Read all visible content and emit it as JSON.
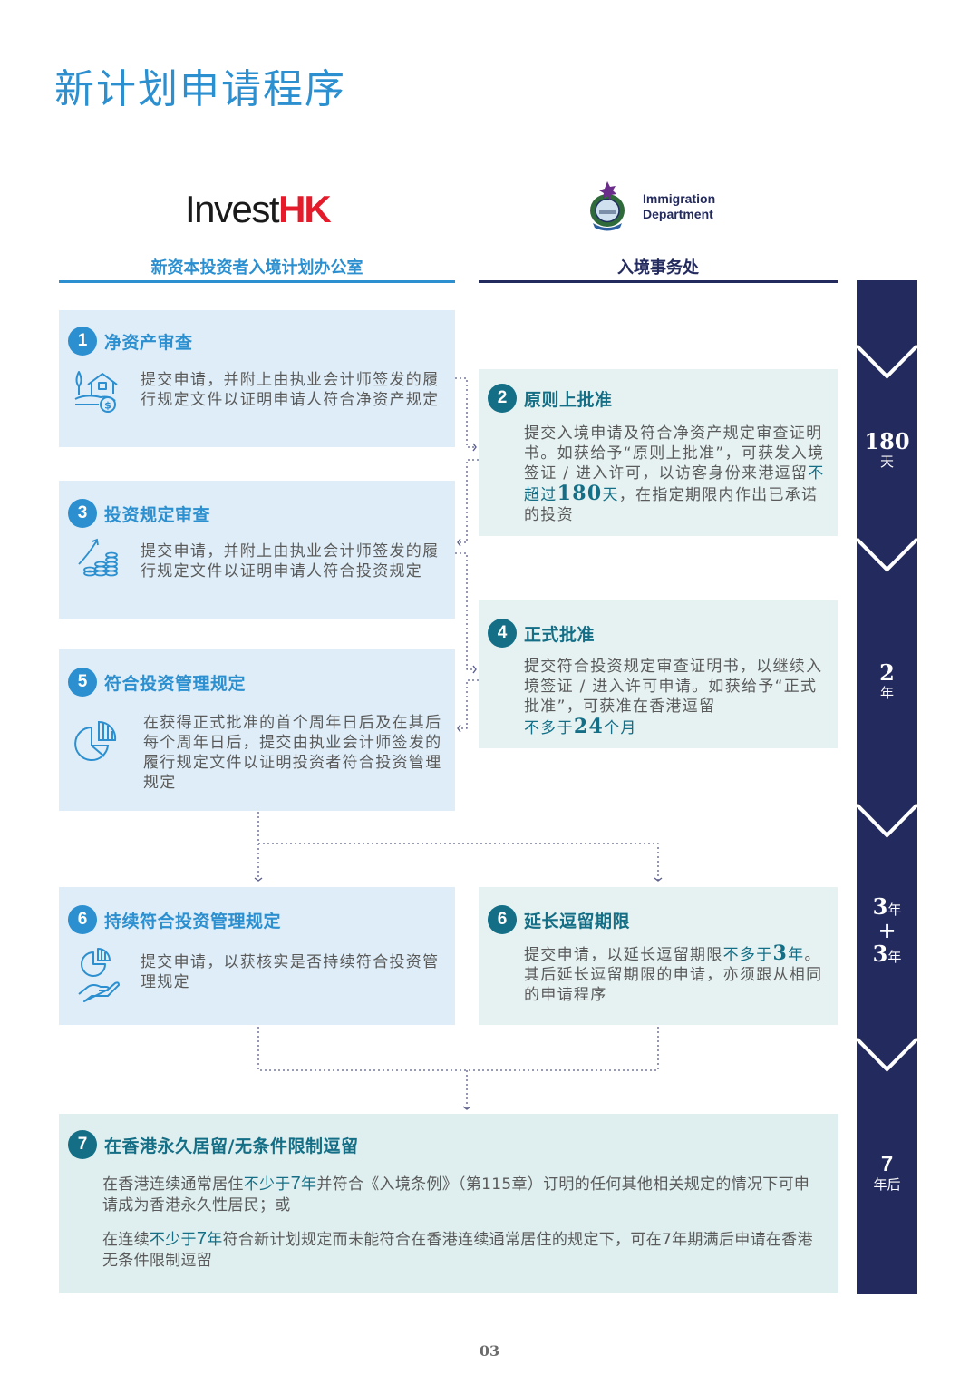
{
  "page_title": "新计划申请程序",
  "header": {
    "left": {
      "logo_text_invest": "Invest",
      "logo_text_hk": "HK",
      "caption": "新资本投资者入境计划办公室"
    },
    "right": {
      "logo_line1": "Immigration",
      "logo_line2": "Department",
      "caption": "入境事务处"
    }
  },
  "colors": {
    "investhk_blue": "#2b8fd0",
    "immd_navy": "#232a5e",
    "teal": "#146f86",
    "card_blue_bg": "#deedf7",
    "card_teal_bg": "#e6f2f2",
    "hk_red": "#e41b2a"
  },
  "steps": [
    {
      "number": "1",
      "title": "净资产审查",
      "icon": "house-money-icon",
      "body": "提交申请，并附上由执业会计师签发的履行规定文件以证明申请人符合净资产规定"
    },
    {
      "number": "2",
      "title": "原则上批准",
      "body_pre": "提交入境申请及符合净资产规定审查证明书。如获给予“原则上批准”，可获发入境签证 / 进入许可，以访客身份来港逗留",
      "body_hl": "不超过",
      "body_num": "180",
      "body_unit": "天",
      "body_post": "，在指定期限内作出已承诺的投资"
    },
    {
      "number": "3",
      "title": "投资规定审查",
      "icon": "coins-growth-icon",
      "body": "提交申请，并附上由执业会计师签发的履行规定文件以证明申请人符合投资规定"
    },
    {
      "number": "4",
      "title": "正式批准",
      "body_pre": "提交符合投资规定审查证明书，以继续入境签证 / 进入许可申请。如获给予“正式批准”，可获准在香港逗留",
      "body_hl": "不多于",
      "body_num": "24",
      "body_unit": "个月"
    },
    {
      "number": "5",
      "title": "符合投资管理规定",
      "icon": "pie-chart-icon",
      "body": "在获得正式批准的首个周年日后及在其后每个周年日后，提交由执业会计师签发的履行规定文件以证明投资者符合投资管理规定"
    },
    {
      "number": "6",
      "title": "持续符合投资管理规定",
      "icon": "hand-pie-chart-icon",
      "body": "提交申请，以获核实是否持续符合投资管理规定"
    },
    {
      "number": "6",
      "title": "延长逗留期限",
      "body_pre": "提交申请，以延长逗留期限",
      "body_hl": "不多于",
      "body_num": "3",
      "body_unit": "年",
      "body_post": "。其后延长逗留期限的申请，亦须跟从相同的申请程序"
    },
    {
      "number": "7",
      "title": "在香港永久居留/无条件限制逗留",
      "para1_pre": "在香港连续通常居住",
      "para1_hl": "不少于",
      "para1_num": "7",
      "para1_unit": "年",
      "para1_post": "并符合《入境条例》（第115章）订明的任何其他相关规定的情况下可申请成为香港永久性居民；或",
      "para2_pre": "在连续",
      "para2_hl": "不少于",
      "para2_num": "7",
      "para2_unit": "年",
      "para2_post": "符合新计划规定而未能符合在香港连续通常居住的规定下，可在7年期满后申请在香港无条件限制逗留"
    }
  ],
  "timeline": [
    {
      "num": "180",
      "unit": "天"
    },
    {
      "num": "2",
      "unit": "年"
    },
    {
      "num_a": "3",
      "unit_a": "年",
      "plus": "+",
      "num_b": "3",
      "unit_b": "年"
    },
    {
      "num": "7",
      "unit": "年后"
    }
  ],
  "page_number": "03"
}
